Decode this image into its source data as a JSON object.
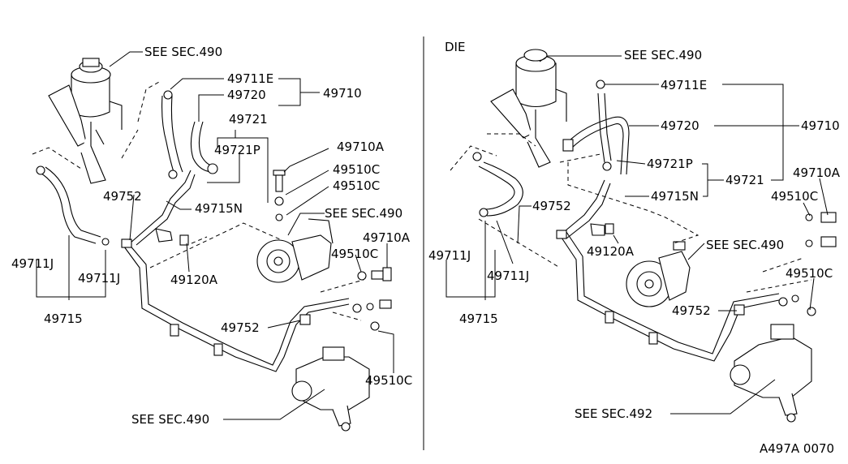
{
  "left": {
    "see_sec_490_a": "SEE SEC.490",
    "p49711E": "49711E",
    "p49720": "49720",
    "p49710": "49710",
    "p49721": "49721",
    "p49721P": "49721P",
    "p49710A_a": "49710A",
    "p49510C_a": "49510C",
    "p49510C_b": "49510C",
    "p49752_a": "49752",
    "p49715N": "49715N",
    "see_sec_490_b": "SEE SEC.490",
    "p49710A_b": "49710A",
    "p49510C_c": "49510C",
    "p49711J_a": "49711J",
    "p49711J_b": "49711J",
    "p49120A": "49120A",
    "p49715": "49715",
    "p49752_b": "49752",
    "p49510C_d": "49510C",
    "see_sec_490_c": "SEE SEC.490"
  },
  "right": {
    "variant": "DIE",
    "see_sec_490_a": "SEE SEC.490",
    "p49711E": "49711E",
    "p49720": "49720",
    "p49710": "49710",
    "p49721P": "49721P",
    "p49721": "49721",
    "p49710A": "49710A",
    "p49510C_a": "49510C",
    "p49715N": "49715N",
    "p49752_a": "49752",
    "p49120A": "49120A",
    "see_sec_490_b": "SEE SEC.490",
    "p49711J_a": "49711J",
    "p49711J_b": "49711J",
    "p49510C_b": "49510C",
    "p49715": "49715",
    "p49752_b": "49752",
    "see_sec_492": "SEE SEC.492"
  },
  "diagram_code": "A497A 0070"
}
